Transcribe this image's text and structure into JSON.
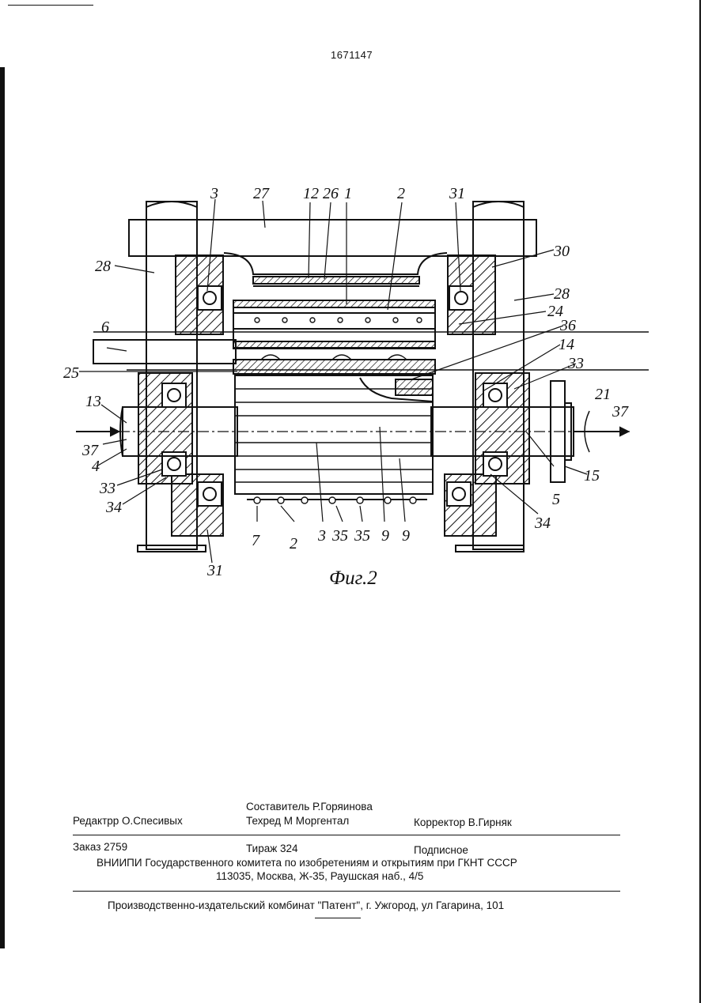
{
  "patent_number": "1671147",
  "figure": {
    "caption": "Фиг.2",
    "labels": {
      "l3_top": "3",
      "l27": "27",
      "l12": "12",
      "l26": "26",
      "l1": "1",
      "l2_top": "2",
      "l31_top": "31",
      "l28_left": "28",
      "l30": "30",
      "l28_right": "28",
      "l24": "24",
      "l6": "6",
      "l36": "36",
      "l14": "14",
      "l25": "25",
      "l33_right": "33",
      "l13": "13",
      "l21": "21",
      "l37_right": "37",
      "l37_left": "37",
      "l4": "4",
      "l15": "15",
      "l33_left": "33",
      "l34_left": "34",
      "l5": "5",
      "l34_right": "34",
      "l7": "7",
      "l2_bottom": "2",
      "l3_bottom": "3",
      "l35_a": "35",
      "l35_b": "35",
      "l9_a": "9",
      "l9_b": "9",
      "l31_bottom": "31"
    }
  },
  "imprint": {
    "compiler": "Составитель Р.Горяинова",
    "editor": "Редактрр О.Спесивых",
    "techred": "Техред М Моргентал",
    "corrector": "Корректор В.Гирняк",
    "order": "Заказ 2759",
    "circulation": "Тираж 324",
    "subscription": "Подписное",
    "org": "ВНИИПИ Государственного комитета по изобретениям и открытиям при ГКНТ СССР",
    "address": "113035, Москва, Ж-35, Раушская наб., 4/5",
    "publisher": "Производственно-издательский комбинат \"Патент\", г. Ужгород, ул Гагарина, 101"
  }
}
